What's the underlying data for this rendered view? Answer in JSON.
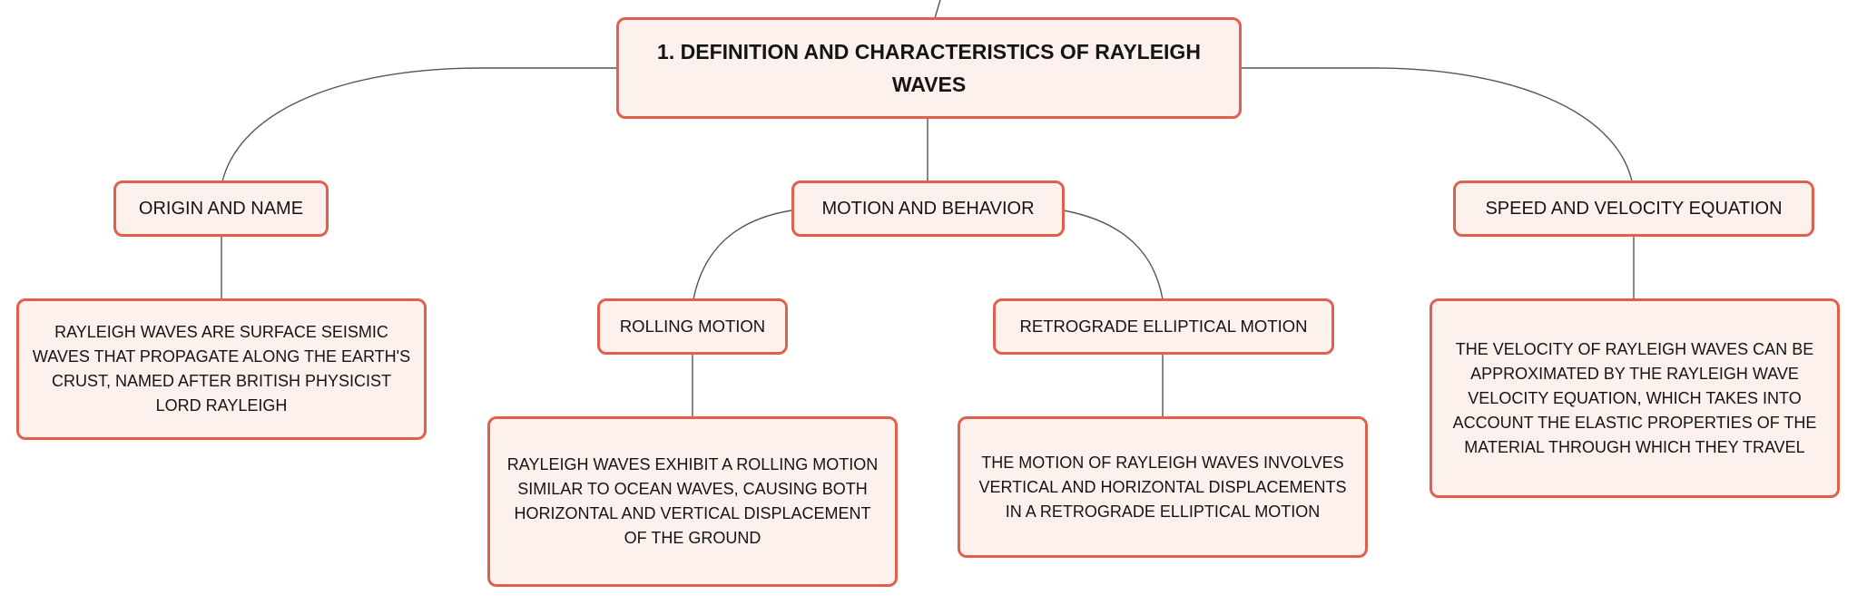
{
  "diagram": {
    "root": {
      "label": "1. DEFINITION AND CHARACTERISTICS OF RAYLEIGH WAVES"
    },
    "branches": {
      "origin": {
        "label": "ORIGIN AND NAME",
        "detail": "RAYLEIGH WAVES ARE SURFACE SEISMIC WAVES THAT PROPAGATE ALONG THE EARTH'S CRUST, NAMED AFTER BRITISH PHYSICIST LORD RAYLEIGH"
      },
      "motion": {
        "label": "MOTION AND BEHAVIOR",
        "rolling": {
          "label": "ROLLING MOTION",
          "detail": "RAYLEIGH WAVES EXHIBIT A ROLLING MOTION SIMILAR TO OCEAN WAVES, CAUSING BOTH HORIZONTAL AND VERTICAL DISPLACEMENT OF THE GROUND"
        },
        "retrograde": {
          "label": "RETROGRADE ELLIPTICAL MOTION",
          "detail": "THE MOTION OF RAYLEIGH WAVES INVOLVES VERTICAL AND HORIZONTAL DISPLACEMENTS IN A RETROGRADE ELLIPTICAL MOTION"
        }
      },
      "speed": {
        "label": "SPEED AND VELOCITY EQUATION",
        "detail": "THE VELOCITY OF RAYLEIGH WAVES CAN BE APPROXIMATED BY THE RAYLEIGH WAVE VELOCITY EQUATION, WHICH TAKES INTO ACCOUNT THE ELASTIC PROPERTIES OF THE MATERIAL THROUGH WHICH THEY TRAVEL"
      }
    }
  },
  "colors": {
    "node_border": "#e0604d",
    "node_fill": "#fdf1ee",
    "connector": "#555555",
    "text": "#141414"
  }
}
